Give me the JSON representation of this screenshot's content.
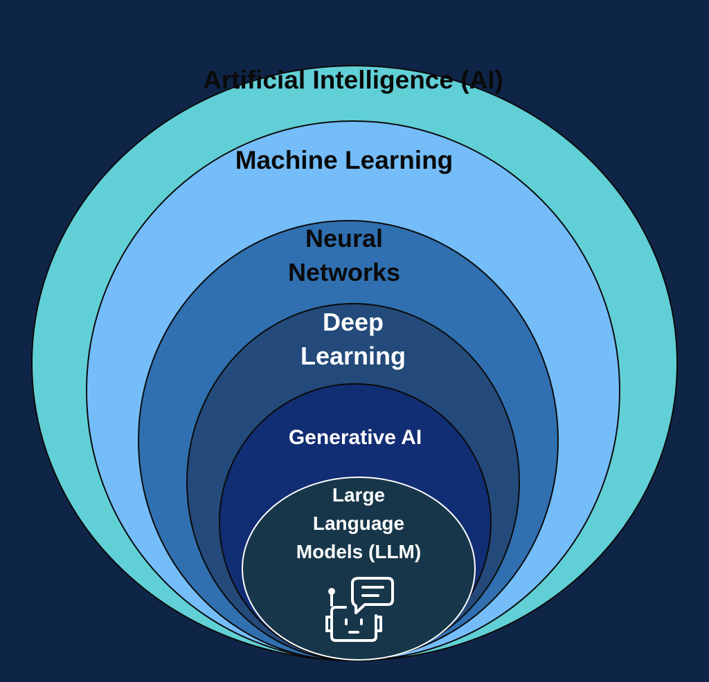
{
  "colors": {
    "background": "#0f2548",
    "ai": "#61cfd6",
    "machine_learning": "#74bdf9",
    "neural_networks": "#3070b1",
    "deep_learning": "#234a7a",
    "generative_ai": "#112d73",
    "llm": "#17364a",
    "outline_dark": "#0a0a0a",
    "outline_light": "#ffffff",
    "text_dark": "#0a0a0a",
    "text_light": "#ffffff"
  },
  "layers": {
    "ai": {
      "label": "Artificial Intelligence (AI)"
    },
    "machine_learning": {
      "label": "Machine Learning"
    },
    "neural_networks": {
      "line1": "Neural",
      "line2": "Networks"
    },
    "deep_learning": {
      "line1": "Deep",
      "line2": "Learning"
    },
    "generative_ai": {
      "label": "Generative AI"
    },
    "llm": {
      "line1": "Large",
      "line2": "Language",
      "line3": "Models (LLM)",
      "icon": "chatbot-robot-icon"
    }
  }
}
